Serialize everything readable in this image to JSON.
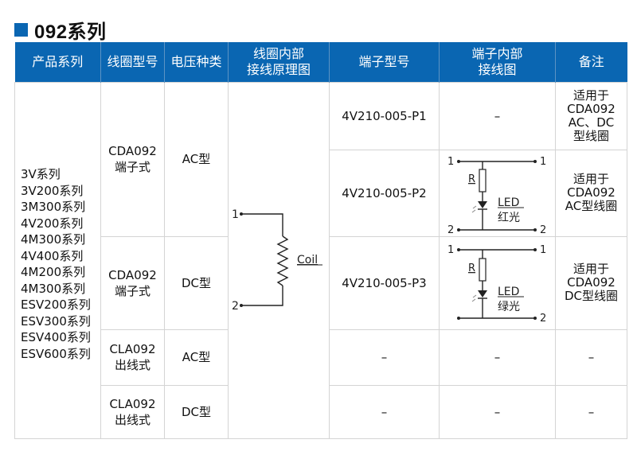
{
  "title": "092系列",
  "accent_color": "#0a66b2",
  "headers": [
    {
      "line1": "产品系列",
      "line2": ""
    },
    {
      "line1": "线圈型号",
      "line2": ""
    },
    {
      "line1": "电压种类",
      "line2": ""
    },
    {
      "line1": "线圈内部",
      "line2": "接线原理图"
    },
    {
      "line1": "端子型号",
      "line2": ""
    },
    {
      "line1": "端子内部",
      "line2": "接线图"
    },
    {
      "line1": "备注",
      "line2": ""
    }
  ],
  "product_series": [
    "3V系列",
    "3V200系列",
    "3M300系列",
    "4V200系列",
    "4M300系列",
    "4V400系列",
    "4M200系列",
    "4M300系列",
    "ESV200系列",
    "ESV300系列",
    "ESV400系列",
    "ESV600系列"
  ],
  "coil_models": [
    {
      "model": "CDA092",
      "type": "端子式",
      "voltage": "AC型"
    },
    {
      "model": "CDA092",
      "type": "端子式",
      "voltage": "DC型"
    },
    {
      "model": "CLA092",
      "type": "出线式",
      "voltage": "AC型"
    },
    {
      "model": "CLA092",
      "type": "出线式",
      "voltage": "DC型"
    }
  ],
  "coil_diagram": {
    "pin1": "1",
    "pin2": "2",
    "label": "Coil"
  },
  "terminals": [
    {
      "model": "4V210-005-P1",
      "diagram": "–",
      "note": [
        "适用于",
        "CDA092",
        "AC、DC",
        "型线圈"
      ]
    },
    {
      "model": "4V210-005-P2",
      "diagram": {
        "pin_in": "1",
        "pin_out": "1",
        "pin_in2": "2",
        "pin_out2": "2",
        "resistor": "R",
        "led": "LED",
        "color": "红光"
      },
      "note": [
        "适用于",
        "CDA092",
        "AC型线圈"
      ]
    },
    {
      "model": "4V210-005-P3",
      "diagram": {
        "pin_in": "1",
        "pin_out": "1",
        "pin_out2": "2",
        "resistor": "R",
        "led": "LED",
        "color": "绿光"
      },
      "note": [
        "适用于",
        "CDA092",
        "DC型线圈"
      ]
    },
    {
      "model": "–",
      "diagram": "–",
      "note": [
        "–"
      ]
    },
    {
      "model": "–",
      "diagram": "–",
      "note": [
        "–"
      ]
    }
  ]
}
